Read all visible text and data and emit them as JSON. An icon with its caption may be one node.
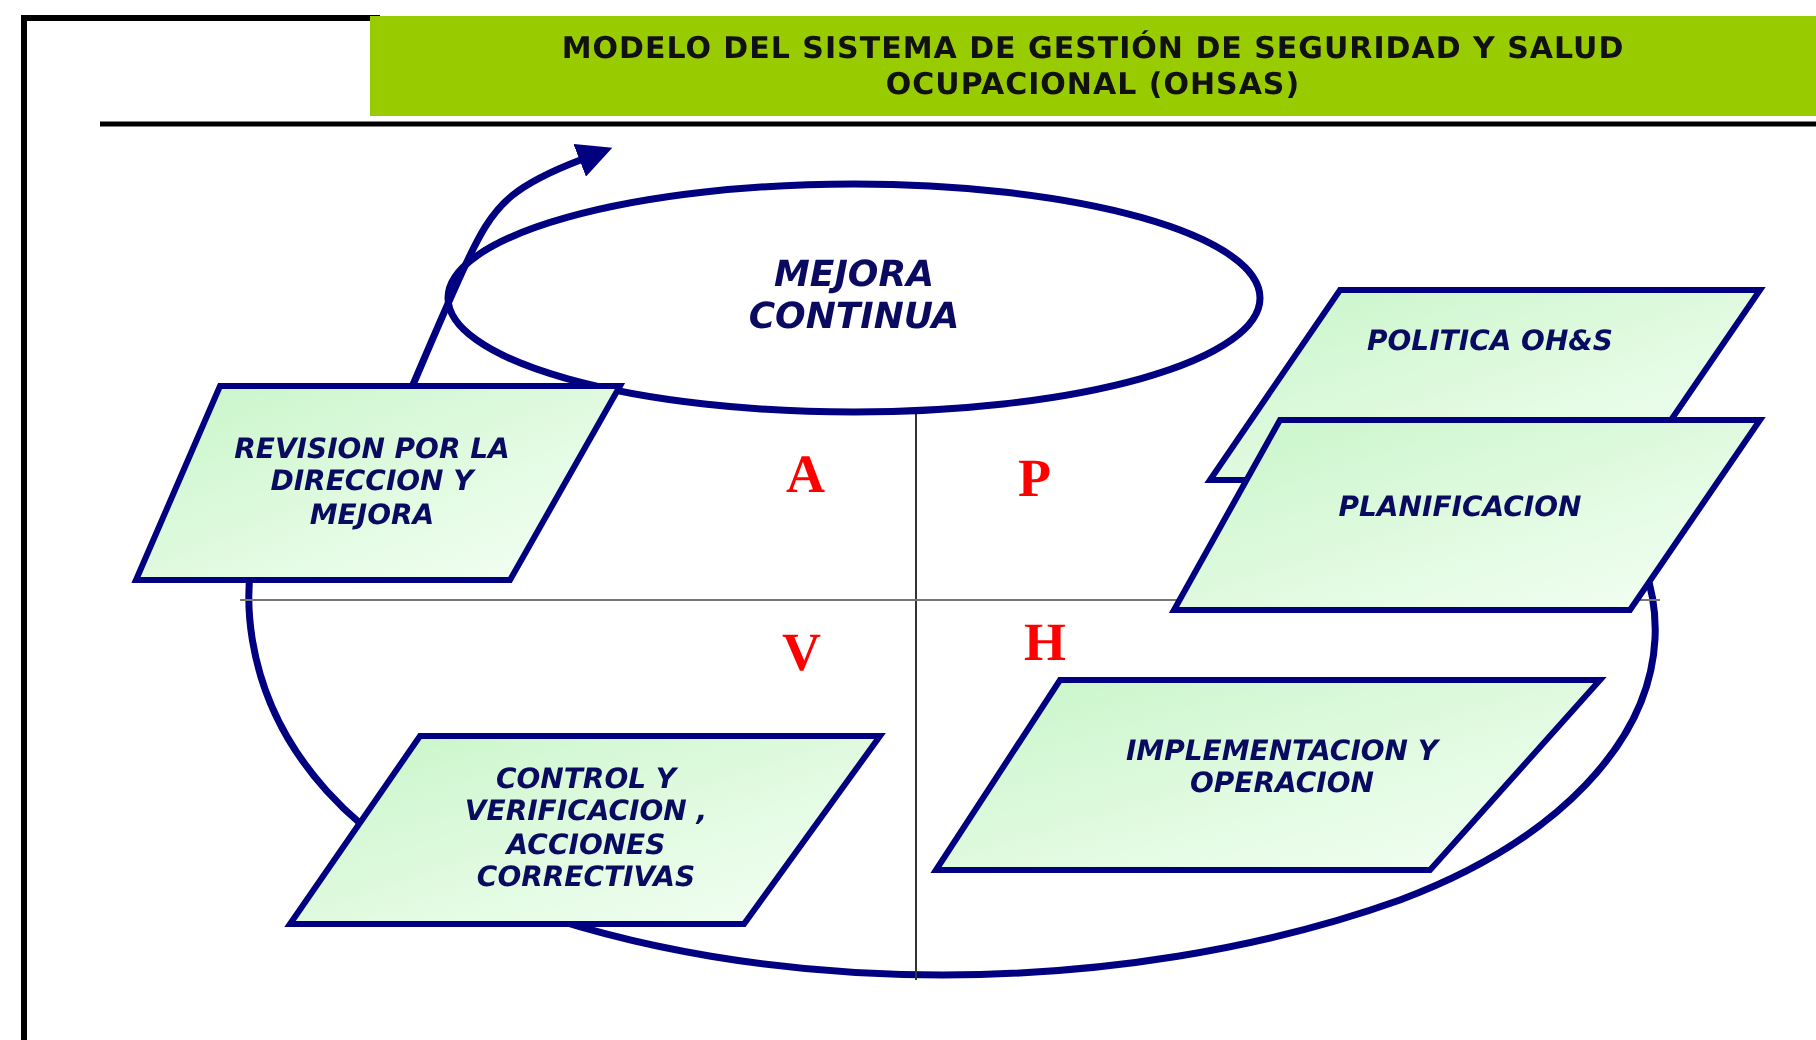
{
  "diagram": {
    "title": "MODELO DEL SISTEMA DE GESTIÓN DE SEGURIDAD Y SALUD OCUPACIONAL (OHSAS)",
    "nodes": [
      {
        "text": [
          "MEJORA CONTINUA"
        ]
      },
      {
        "text": [
          "POLITICA OH&S"
        ]
      },
      {
        "text": [
          "PLANIFICACION"
        ]
      },
      {
        "text": [
          "REVISION POR LA DIRECCION Y MEJORA"
        ]
      },
      {
        "text": [
          "IMPLEMENTACION Y OPERACION"
        ]
      },
      {
        "text": [
          "CONTROL Y VERIFICACION , ACCIONES CORRECTIVAS"
        ]
      }
    ],
    "edges": [
      {
        "from": 3,
        "to": 0,
        "arrow": "to"
      }
    ],
    "labels": [
      "A",
      "P",
      "V",
      "H"
    ]
  }
}
